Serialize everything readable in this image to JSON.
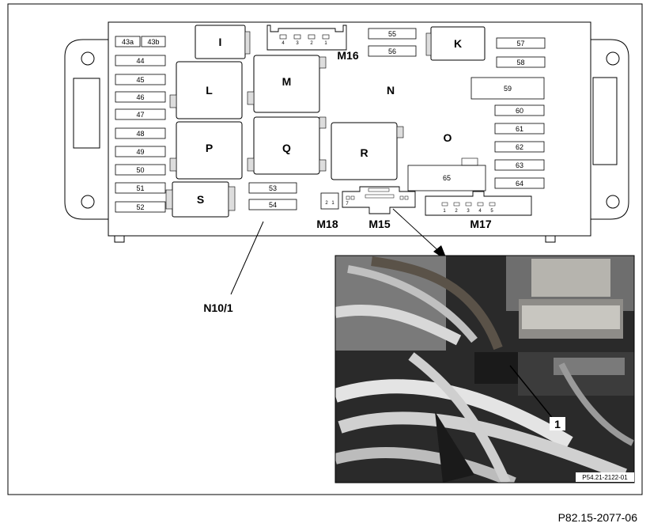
{
  "fuses": [
    "43a",
    "43b",
    "44",
    "45",
    "46",
    "47",
    "48",
    "49",
    "50",
    "51",
    "52",
    "53",
    "54",
    "55",
    "56",
    "57",
    "58",
    "59",
    "60",
    "61",
    "62",
    "63",
    "64",
    "65"
  ],
  "relays": [
    "I",
    "K",
    "L",
    "M",
    "N",
    "O",
    "P",
    "Q",
    "R",
    "S"
  ],
  "connectors": [
    "M16",
    "M18",
    "M15",
    "M17"
  ],
  "connector_pins": {
    "M16": [
      "4",
      "3",
      "2",
      "1"
    ],
    "M18": [
      "2",
      "1"
    ],
    "M15_pin": "7",
    "M17": [
      "1",
      "2",
      "3",
      "4",
      "5"
    ]
  },
  "component_label": "N10/1",
  "photo_callout": "1",
  "photo_reference": "P54.21-2122-01",
  "figure_reference": "P82.15-2077-06"
}
